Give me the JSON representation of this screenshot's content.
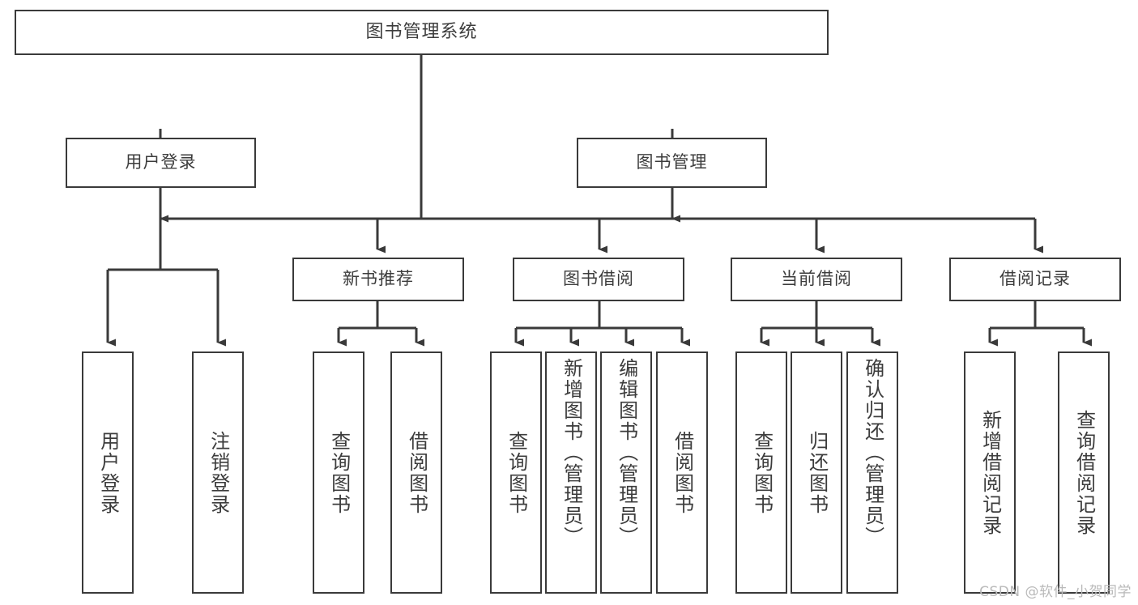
{
  "diagram": {
    "title": "图书管理系统",
    "type": "tree",
    "watermark": "CSDN @软件_小贺同学",
    "colors": {
      "box_border": "#3a3a3a",
      "box_fill": "#ffffff",
      "connector": "#3a3a3a",
      "text": "#3c3c3c",
      "watermark": "#b9b9b9",
      "background": "#ffffff"
    },
    "root": {
      "label": "图书管理系统"
    },
    "level2": [
      {
        "label": "用户登录"
      },
      {
        "label": "图书管理"
      }
    ],
    "level3": [
      {
        "label": "新书推荐"
      },
      {
        "label": "图书借阅"
      },
      {
        "label": "当前借阅"
      },
      {
        "label": "借阅记录"
      }
    ],
    "leaves": {
      "user_login": [
        {
          "label": "用户登录"
        },
        {
          "label": "注销登录"
        }
      ],
      "new_book": [
        {
          "label": "查询图书"
        },
        {
          "label": "借阅图书"
        }
      ],
      "book_borrow": [
        {
          "label": "查询图书"
        },
        {
          "label": "新增图书（管理员）"
        },
        {
          "label": "编辑图书（管理员）"
        },
        {
          "label": "借阅图书"
        }
      ],
      "current_borrow": [
        {
          "label": "查询图书"
        },
        {
          "label": "归还图书"
        },
        {
          "label": "确认归还（管理员）"
        }
      ],
      "borrow_record": [
        {
          "label": "新增借阅记录"
        },
        {
          "label": "查询借阅记录"
        }
      ]
    }
  }
}
